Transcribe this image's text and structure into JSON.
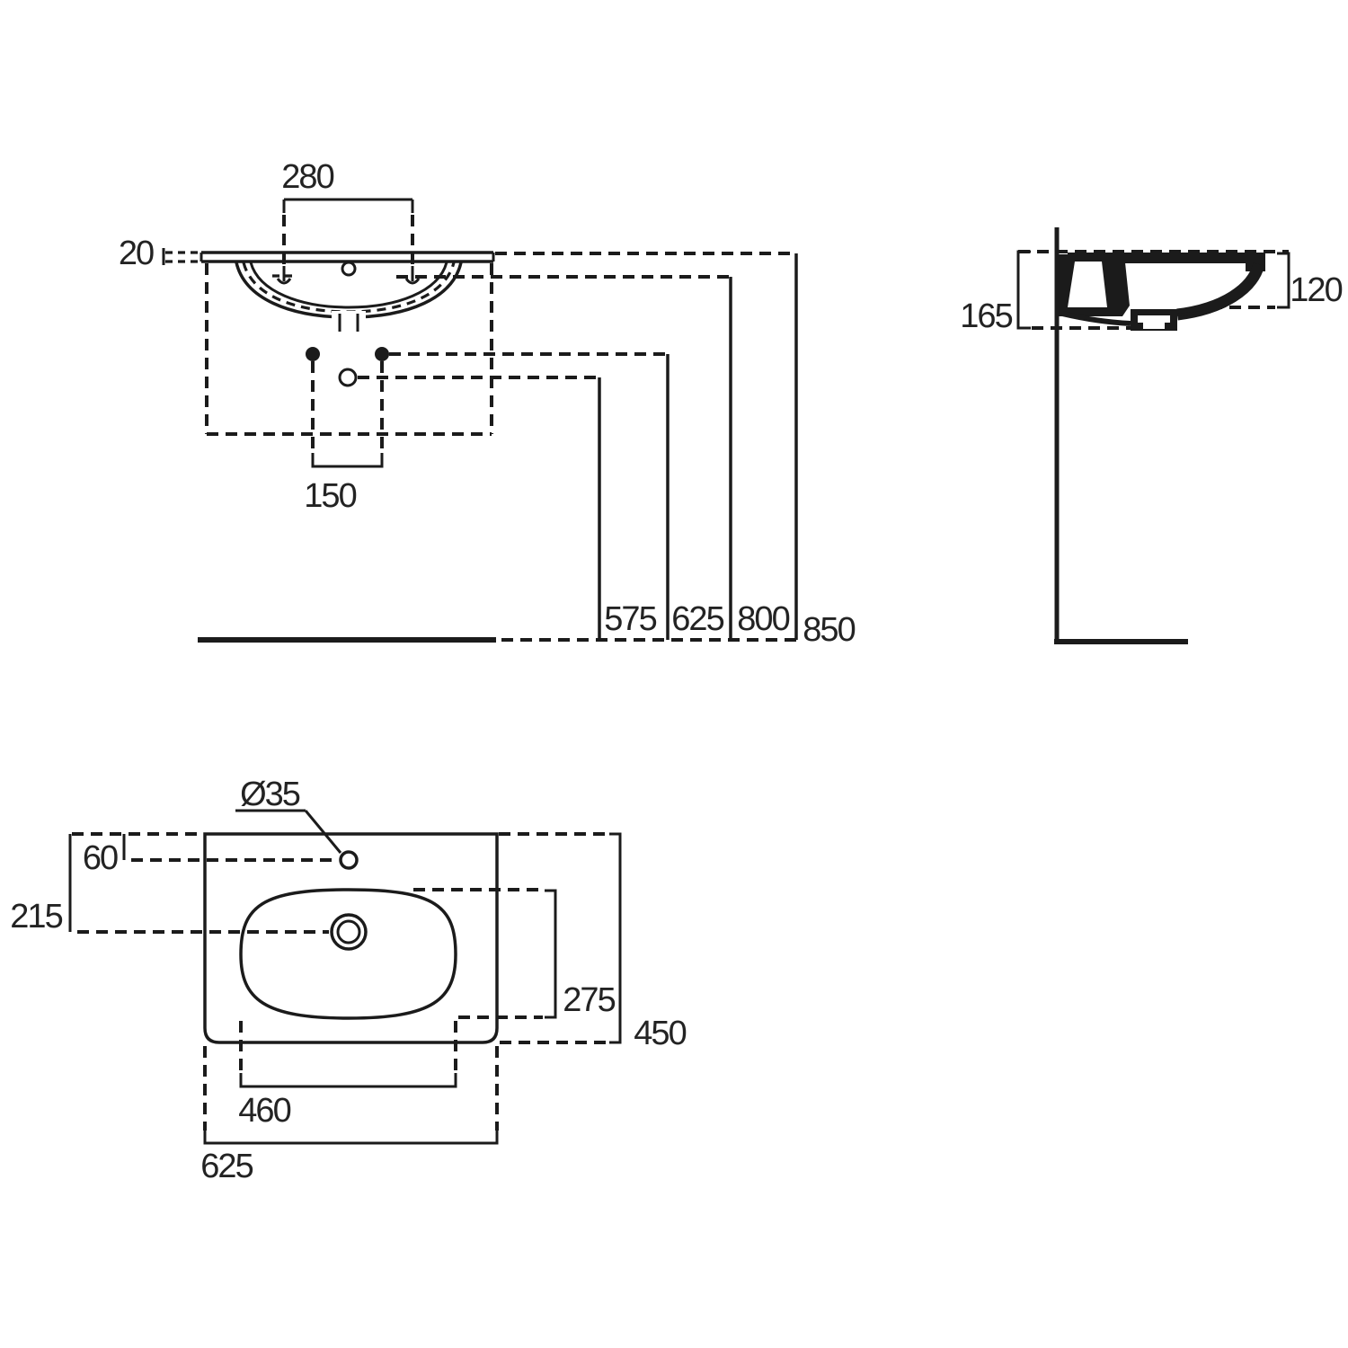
{
  "drawing": {
    "background": "#ffffff",
    "ink": "#1b1b1b",
    "front_view": {
      "tap_hole_spacing": "280",
      "rim_thickness": "20",
      "fixing_hole_spacing": "150",
      "height_drain": "575",
      "height_fixing_holes": "625",
      "height_tap_holes": "800",
      "height_rim": "850"
    },
    "side_view": {
      "basin_overall_depth": "165",
      "bowl_inner_depth": "120"
    },
    "plan_view": {
      "tap_hole_diameter": "Ø35",
      "tap_hole_from_back": "60",
      "drain_from_back": "215",
      "bowl_front_to_back": "275",
      "overall_depth": "450",
      "bowl_width": "460",
      "overall_width": "625"
    }
  }
}
